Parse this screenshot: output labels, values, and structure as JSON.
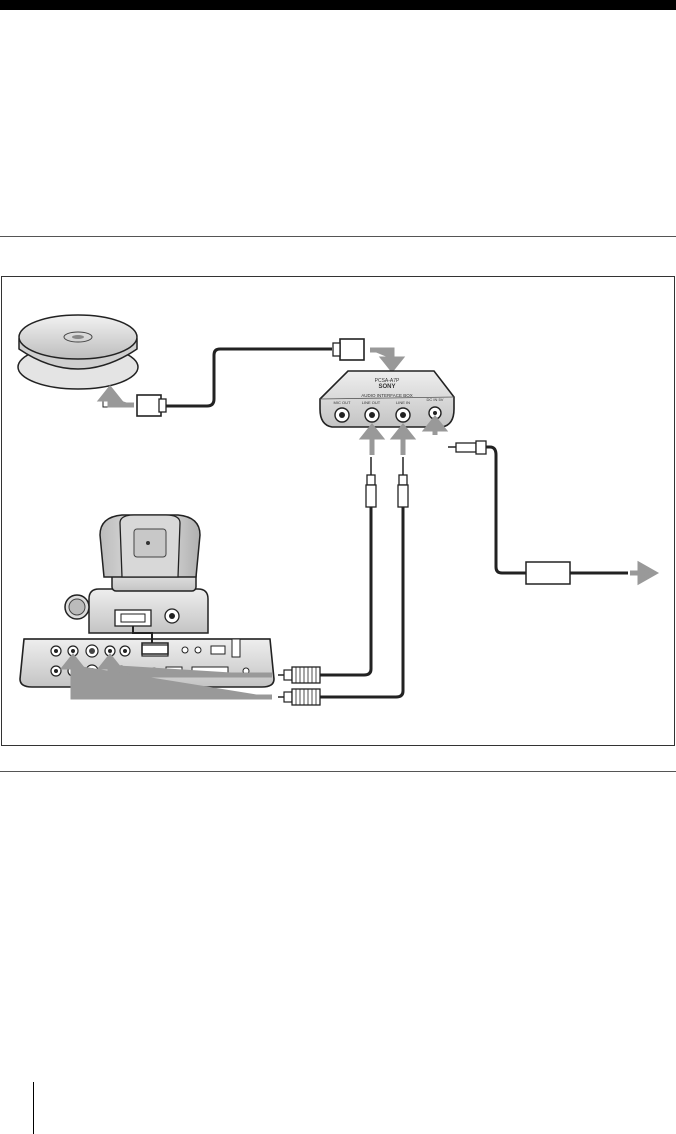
{
  "figure": {
    "interface_box": {
      "brand": "SONY",
      "model": "PCSA-A7P",
      "name": "AUDIO INTERFACE BOX",
      "ports": [
        "MIC OUT",
        "LINE OUT",
        "LINE IN",
        "DC IN 5V"
      ]
    }
  }
}
